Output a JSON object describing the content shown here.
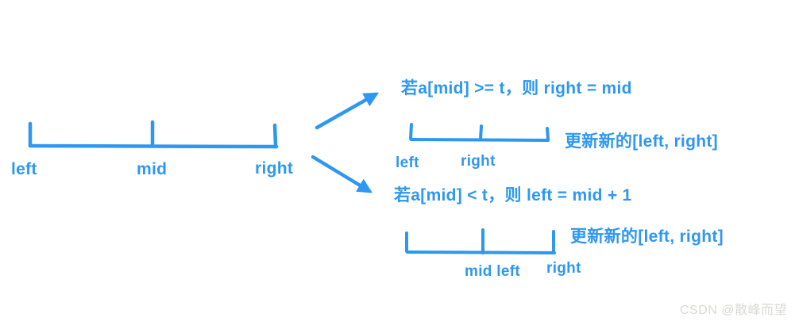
{
  "colors": {
    "accent_blue": "#2e97f1",
    "watermark_gray": "#d9d9d6",
    "background": "#ffffff"
  },
  "main_interval": {
    "labels": {
      "left": "left",
      "mid": "mid",
      "right": "right"
    }
  },
  "branches": {
    "upper": {
      "condition": "若a[mid] >= t，则 right = mid",
      "interval_labels": {
        "left": "left",
        "right": "right"
      },
      "update_note": "更新新的[left, right]"
    },
    "lower": {
      "condition": "若a[mid] < t，则 left = mid + 1",
      "interval_labels": {
        "mid_left": "mid left",
        "right": "right"
      },
      "update_note": "更新新的[left, right]"
    }
  },
  "watermark": "CSDN @散峰而望"
}
